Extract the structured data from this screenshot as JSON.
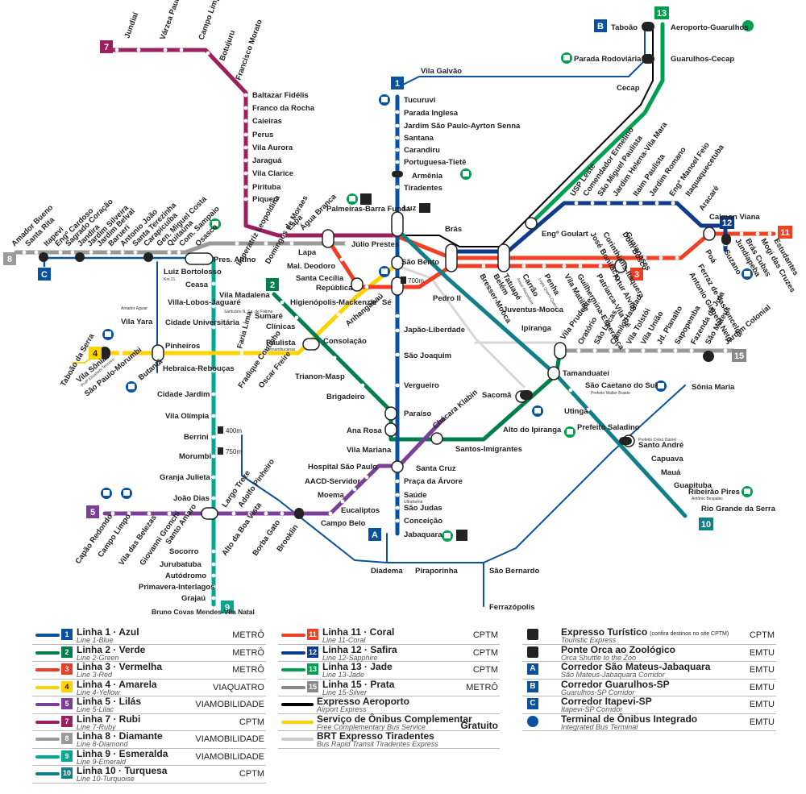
{
  "map": {
    "lines": {
      "l1": {
        "color": "#0a52a0",
        "badge": "1"
      },
      "l2": {
        "color": "#007f4a",
        "badge": "2"
      },
      "l3": {
        "color": "#ee3d24",
        "badge": "3"
      },
      "l4": {
        "color": "#ffd200",
        "badge": "4"
      },
      "l5": {
        "color": "#7b3f98",
        "badge": "5"
      },
      "l7": {
        "color": "#9c1f5f",
        "badge": "7"
      },
      "l8": {
        "color": "#9a9a9a",
        "badge": "8"
      },
      "l9": {
        "color": "#00a88f",
        "badge": "9"
      },
      "l10": {
        "color": "#127e87",
        "badge": "10"
      },
      "l11": {
        "color": "#ef4123",
        "badge": "11"
      },
      "l12": {
        "color": "#0f3b8c",
        "badge": "12"
      },
      "l13": {
        "color": "#00a04e",
        "badge": "13"
      },
      "l15": {
        "color": "#888888",
        "badge": "15"
      },
      "airport": {
        "color": "#000000"
      },
      "bus4": {
        "color": "#ffd200"
      },
      "brt": {
        "color": "#cccccc"
      },
      "corridor": {
        "color": "#0a52a0"
      }
    },
    "corridor_badges": {
      "a_top": "A",
      "a_bottom": "A",
      "b": "B",
      "c": "C"
    },
    "distance_labels": {
      "d400": "400m",
      "d750": "750m",
      "d700": "700m"
    },
    "stations": {
      "l1": [
        "Tucuruvi",
        "Parada Inglesa",
        "Jardim São Paulo-Ayrton Senna",
        "Santana",
        "Carandiru",
        "Portuguesa-Tietê",
        "Armênia",
        "Tiradentes",
        "Luz",
        "São Bento",
        "Sé",
        "Japão-Liberdade",
        "São Joaquim",
        "Vergueiro",
        "Paraíso",
        "Ana Rosa",
        "Vila Mariana",
        "Santa Cruz",
        "Praça da Árvore",
        "Saúde",
        "São Judas",
        "Conceição",
        "Jabaquara"
      ],
      "l1_sub": {
        "saude": "Ultrafarma"
      },
      "l7": [
        "Jundiaí",
        "Várzea Paulista",
        "Campo Limpo Paulista",
        "Botujuru",
        "Francisco Morato",
        "Baltazar Fidélis",
        "Franco da Rocha",
        "Caieiras",
        "Perus",
        "Vila Aurora",
        "Jaraguá",
        "Vila Clarice",
        "Pirituba",
        "Piqueri",
        "Lapa",
        "Água Branca"
      ],
      "west": [
        "Amador Bueno",
        "Santa Rita",
        "Itapevi",
        "Engº Cardoso",
        "Sagrado Coração",
        "Jandira",
        "Jardim Silveira",
        "Jardim Belval",
        "Barueri",
        "Antonio João",
        "Santa Terezinha",
        "Carapicuíba",
        "Gen. Miguel Costa",
        "Quitaúna",
        "Com. Sampaio",
        "Osasco",
        "Pres. Altino",
        "Imperatriz Leopoldina",
        "Domingos de Moraes",
        "Lapa",
        "Palmeiras-Barra Funda",
        "Júlio Prestes"
      ],
      "l9": [
        "Ceasa",
        "Villa-Lobos-Jaguaré",
        "Cidade Universitária",
        "Pinheiros",
        "Hebraica-Rebouças",
        "Cidade Jardim",
        "Vila Olímpia",
        "Berrini",
        "Morumbi",
        "Granja Julieta",
        "João Dias",
        "Santo Amaro",
        "Socorro",
        "Jurubatuba",
        "Autódromo",
        "Primavera-Interlagos",
        "Grajaú",
        "Bruno Covas Mendes-Vila Natal"
      ],
      "l4": [
        "Luiz Bortolosso",
        "Vila Yara",
        "Vila Sônia",
        "São Paulo-Morumbi",
        "Butantã",
        "Faria Lima",
        "Fradique Coutinho",
        "Oscar Freire",
        "Paulista",
        "Higienópolis-Mackenzie",
        "República",
        "Luz",
        "Taboão da Serra"
      ],
      "l4_sub": {
        "bortolosso": "Km 21",
        "vilayara": "Amador Aguiar",
        "vilasonia": "Profª Elisabeth Tenreiro",
        "paulista": "Pernambucanas"
      },
      "l2": [
        "Vila Madalena",
        "Sumaré",
        "Clínicas",
        "Consolação",
        "Trianon-Masp",
        "Brigadeiro",
        "Paraíso",
        "Ana Rosa",
        "Chácara Klabin",
        "Santos-Imigrantes",
        "Alto do Ipiranga",
        "Sacomã",
        "Tamanduateí",
        "Vila Prudente"
      ],
      "l2_sub": {
        "sumare": "Santuário N. Sa. de Fátima"
      },
      "l3": [
        "Mal. Deodoro",
        "Santa Cecília",
        "Anhangabaú",
        "Pedro II",
        "Brás",
        "Bresser-Mooca",
        "Belém",
        "Tatuapé",
        "Carrão",
        "Penha",
        "Vila Matilde",
        "Guilhermina-Esperança",
        "Patriarca-Vila Ré",
        "Artur Alvim",
        "Corinthians-Itaquera"
      ],
      "l3_sub": {
        "carrao": "Assaí Atacadista",
        "penha": "Lojas Quero-Quero"
      },
      "l5": [
        "Capão Redondo",
        "Campo Limpo",
        "Vila das Belezas",
        "Giovanni Gronchi",
        "Santo Amaro",
        "Largo Treze",
        "Adolfo Pinheiro",
        "Alto da Boa Vista",
        "Borba Gato",
        "Brooklin",
        "Campo Belo",
        "Eucaliptos",
        "Moema",
        "AACD-Servidor",
        "Hospital São Paulo",
        "Santa Cruz",
        "Chácara Klabin"
      ],
      "l10": [
        "Juventus-Mooca",
        "Ipiranga",
        "Tamanduateí",
        "São Caetano do Sul",
        "Utinga",
        "Prefeito Saladino",
        "Santo André",
        "Capuava",
        "Mauá",
        "Guapituba",
        "Ribeirão Pires",
        "Rio Grande da Serra"
      ],
      "l10_sub": {
        "scs": "Prefeito Walter Braido",
        "sa": "Prefeito Celso Daniel",
        "rp": "Antônio Bespalec"
      },
      "l11_12": [
        "USP Leste",
        "Comendador Ermelino",
        "São Miguel Paulista",
        "Jardim Helena-Vila Mara",
        "Itaim Paulista",
        "Jardim Romano",
        "Engº Manoel Feio",
        "Itaquaquecetuba",
        "Aracaré",
        "Calmon Viana",
        "Engº Goulart",
        "José Bonifácio",
        "Guaianases",
        "Antonio Gianetti Neto",
        "Ferraz de Vasconcelos",
        "Poá",
        "Suzano",
        "Jundiapeba",
        "Brás Cubas",
        "Mogi das Cruzes",
        "Estudantes",
        "Dom Bosco"
      ],
      "l15": [
        "Vila Prudente",
        "Oratório",
        "São Lucas",
        "Camilo Haddad",
        "Vila Tolstói",
        "Vila União",
        "Jd. Planalto",
        "Sapopemba",
        "Fazenda da Juta",
        "São Mateus",
        "Jardim Colonial"
      ],
      "l13": [
        "Aeroporto-Guarulhos",
        "Guarulhos-Cecap",
        "Taboão",
        "Parada Rodoviária",
        "Cecap",
        "Vila Galvão"
      ],
      "corr_a": [
        "Diadema",
        "Piraporinha",
        "São Bernardo",
        "Ferrazópolis",
        "Sônia Maria"
      ]
    }
  },
  "legend": [
    {
      "badge": "1",
      "name": "Linha 1 · Azul",
      "sub": "Line 1-Blue",
      "op": "METRÔ",
      "color": "#0a52a0"
    },
    {
      "badge": "2",
      "name": "Linha 2 · Verde",
      "sub": "Line 2-Green",
      "op": "METRÔ",
      "color": "#007f4a"
    },
    {
      "badge": "3",
      "name": "Linha 3 · Vermelha",
      "sub": "Line 3-Red",
      "op": "METRÔ",
      "color": "#ee3d24"
    },
    {
      "badge": "4",
      "name": "Linha 4 · Amarela",
      "sub": "Line 4-Yellow",
      "op": "VIAQUATRO",
      "color": "#ffd200"
    },
    {
      "badge": "5",
      "name": "Linha 5 · Lilás",
      "sub": "Line 5-Lilac",
      "op": "VIAMOBILIDADE",
      "color": "#7b3f98"
    },
    {
      "badge": "7",
      "name": "Linha 7 · Rubi",
      "sub": "Line 7-Ruby",
      "op": "CPTM",
      "color": "#9c1f5f"
    },
    {
      "badge": "8",
      "name": "Linha 8 · Diamante",
      "sub": "Line 8-Diamond",
      "op": "VIAMOBILIDADE",
      "color": "#9a9a9a"
    },
    {
      "badge": "9",
      "name": "Linha 9 · Esmeralda",
      "sub": "Line 9-Emerald",
      "op": "VIAMOBILIDADE",
      "color": "#00a88f"
    },
    {
      "badge": "10",
      "name": "Linha 10 · Turquesa",
      "sub": "Line 10-Turquoise",
      "op": "CPTM",
      "color": "#127e87"
    },
    {
      "badge": "11",
      "name": "Linha 11 · Coral",
      "sub": "Line 11-Coral",
      "op": "CPTM",
      "color": "#ef4123"
    },
    {
      "badge": "12",
      "name": "Linha 12 · Safira",
      "sub": "Line 12-Sapphire",
      "op": "CPTM",
      "color": "#0f3b8c"
    },
    {
      "badge": "13",
      "name": "Linha 13 · Jade",
      "sub": "Line 13-Jade",
      "op": "CPTM",
      "color": "#00a04e"
    },
    {
      "badge": "15",
      "name": "Linha 15 · Prata",
      "sub": "Line 15-Silver",
      "op": "METRÔ",
      "color": "#888888"
    },
    {
      "name": "Expresso Aeroporto",
      "sub": "Airport Express",
      "op": "",
      "color": "#000000"
    },
    {
      "name": "Serviço de Ônibus Complementar",
      "sub": "Free Complementary Bus Service",
      "op": "Gratuito",
      "color": "#ffd200"
    },
    {
      "name": "BRT Expresso Tiradentes",
      "sub": "Bus Rapid Transit Tiradentes Express",
      "op": "",
      "color": "#cccccc"
    },
    {
      "name": "Expresso Turístico",
      "note": "(confira destinos no site CPTM)",
      "sub": "Touristic Express",
      "op": "CPTM",
      "icon": "train-icon"
    },
    {
      "name": "Ponte Orca ao Zoológico",
      "sub": "Orca Shuttle to the Zoo",
      "op": "EMTU",
      "icon": "paw-icon"
    },
    {
      "name": "Corredor São Mateus-Jabaquara",
      "sub": "São Mateus-Jabaquara Corridor",
      "op": "EMTU",
      "badge": "A"
    },
    {
      "name": "Corredor Guarulhos-SP",
      "sub": "Guarulhos-SP Corridor",
      "op": "EMTU",
      "badge": "B"
    },
    {
      "name": "Corredor Itapevi-SP",
      "sub": "Itapevi-SP Corridor",
      "op": "EMTU",
      "badge": "C"
    },
    {
      "name": "Terminal de Ônibus Integrado",
      "sub": "Integrated Bus Terminal",
      "op": "EMTU",
      "icon": "bus-icon"
    }
  ]
}
